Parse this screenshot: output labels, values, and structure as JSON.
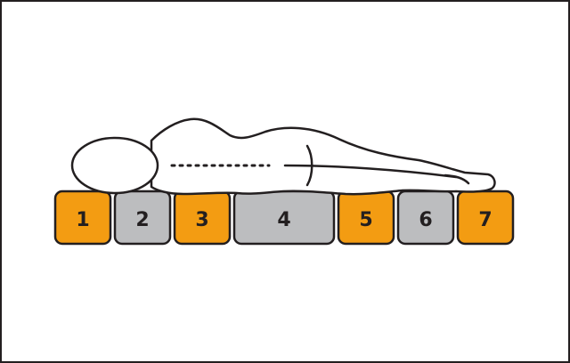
{
  "zones": [
    {
      "label": "1",
      "color": "#f39c12"
    },
    {
      "label": "2",
      "color": "#bcbdbf"
    },
    {
      "label": "3",
      "color": "#f39c12"
    },
    {
      "label": "4",
      "color": "#bcbdbf"
    },
    {
      "label": "5",
      "color": "#f39c12"
    },
    {
      "label": "6",
      "color": "#bcbdbf"
    },
    {
      "label": "7",
      "color": "#f39c12"
    }
  ],
  "colors": {
    "outline": "#231f20",
    "orange": "#f39c12",
    "gray": "#bcbdbf",
    "background": "#ffffff"
  }
}
